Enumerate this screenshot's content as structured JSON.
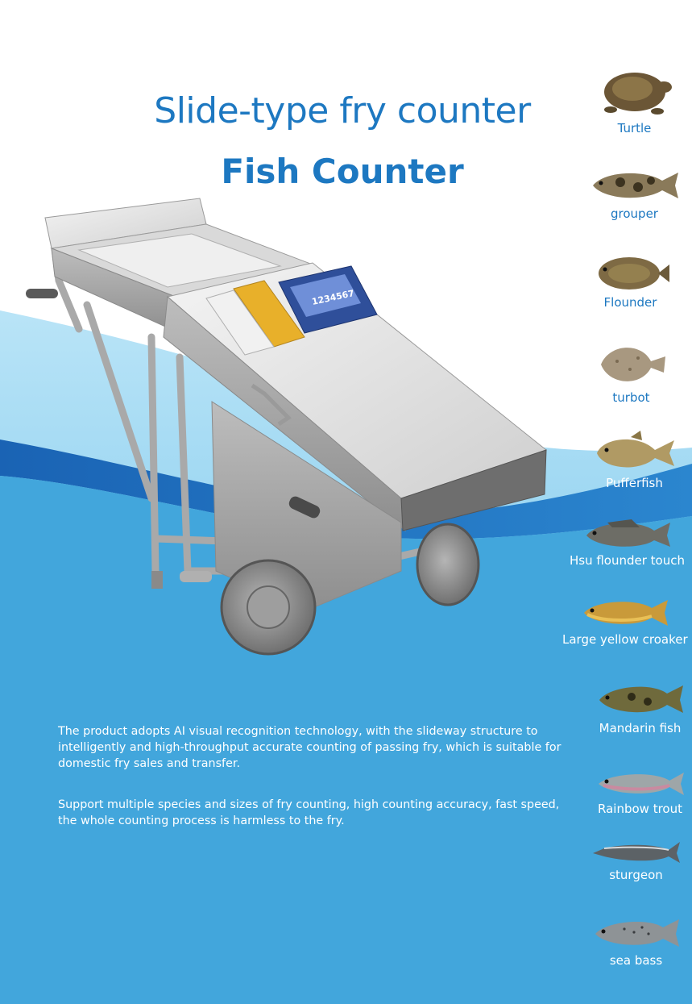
{
  "header": {
    "title": "Slide-type fry counter",
    "subtitle": "Fish Counter"
  },
  "machine": {
    "display_reading": "1234567"
  },
  "description": {
    "paragraph_1": "The product adopts AI visual recognition technology, with the slideway structure to intelligently and high-throughput accurate counting of passing fry, which is suitable for domestic fry sales and transfer.",
    "paragraph_2": "Support multiple species and sizes of fry counting, high counting accuracy, fast speed, the whole counting process is harmless to the fry."
  },
  "species": [
    {
      "label": "Turtle",
      "icon": "turtle-icon"
    },
    {
      "label": "grouper",
      "icon": "grouper-icon"
    },
    {
      "label": "Flounder",
      "icon": "flounder-icon"
    },
    {
      "label": "turbot",
      "icon": "turbot-icon"
    },
    {
      "label": "Pufferfish",
      "icon": "pufferfish-icon"
    },
    {
      "label": "Hsu flounder touch",
      "icon": "hsu-flounder-touch-icon"
    },
    {
      "label": "Large yellow croaker",
      "icon": "large-yellow-croaker-icon"
    },
    {
      "label": "Mandarin fish",
      "icon": "mandarin-fish-icon"
    },
    {
      "label": "Rainbow trout",
      "icon": "rainbow-trout-icon"
    },
    {
      "label": "sturgeon",
      "icon": "sturgeon-icon"
    },
    {
      "label": "sea bass",
      "icon": "sea-bass-icon"
    }
  ],
  "colors": {
    "title_blue": "#1d78c1",
    "ocean_blue": "#42a6dc",
    "wave_light": "#8fd1f1",
    "wave_deep": "#1f6fbf",
    "text_white": "#ffffff"
  }
}
